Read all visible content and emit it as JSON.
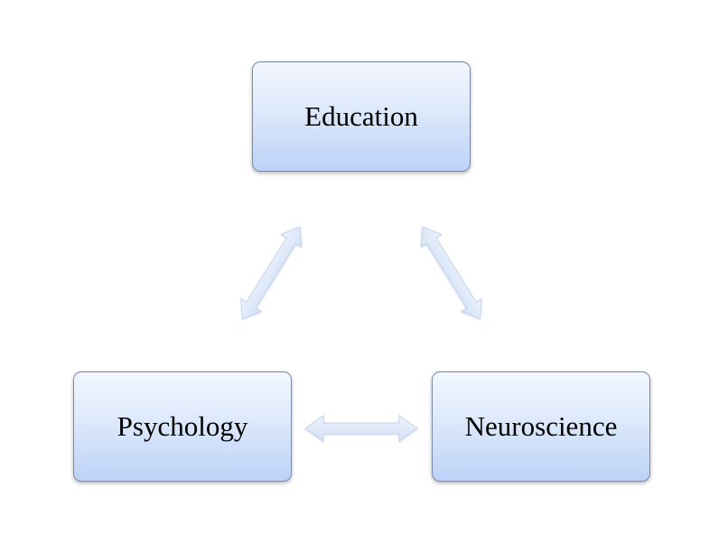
{
  "diagram": {
    "nodes": {
      "education": {
        "label": "Education"
      },
      "psychology": {
        "label": "Psychology"
      },
      "neuroscience": {
        "label": "Neuroscience"
      }
    },
    "connectors": [
      {
        "from": "education",
        "to": "psychology",
        "direction": "bidirectional"
      },
      {
        "from": "education",
        "to": "neuroscience",
        "direction": "bidirectional"
      },
      {
        "from": "psychology",
        "to": "neuroscience",
        "direction": "bidirectional"
      }
    ],
    "colors": {
      "box_top": "#f2f7ff",
      "box_bottom": "#bcd2f7",
      "box_border": "#7a8aa6",
      "arrow_fill": "#dde8f8"
    }
  }
}
